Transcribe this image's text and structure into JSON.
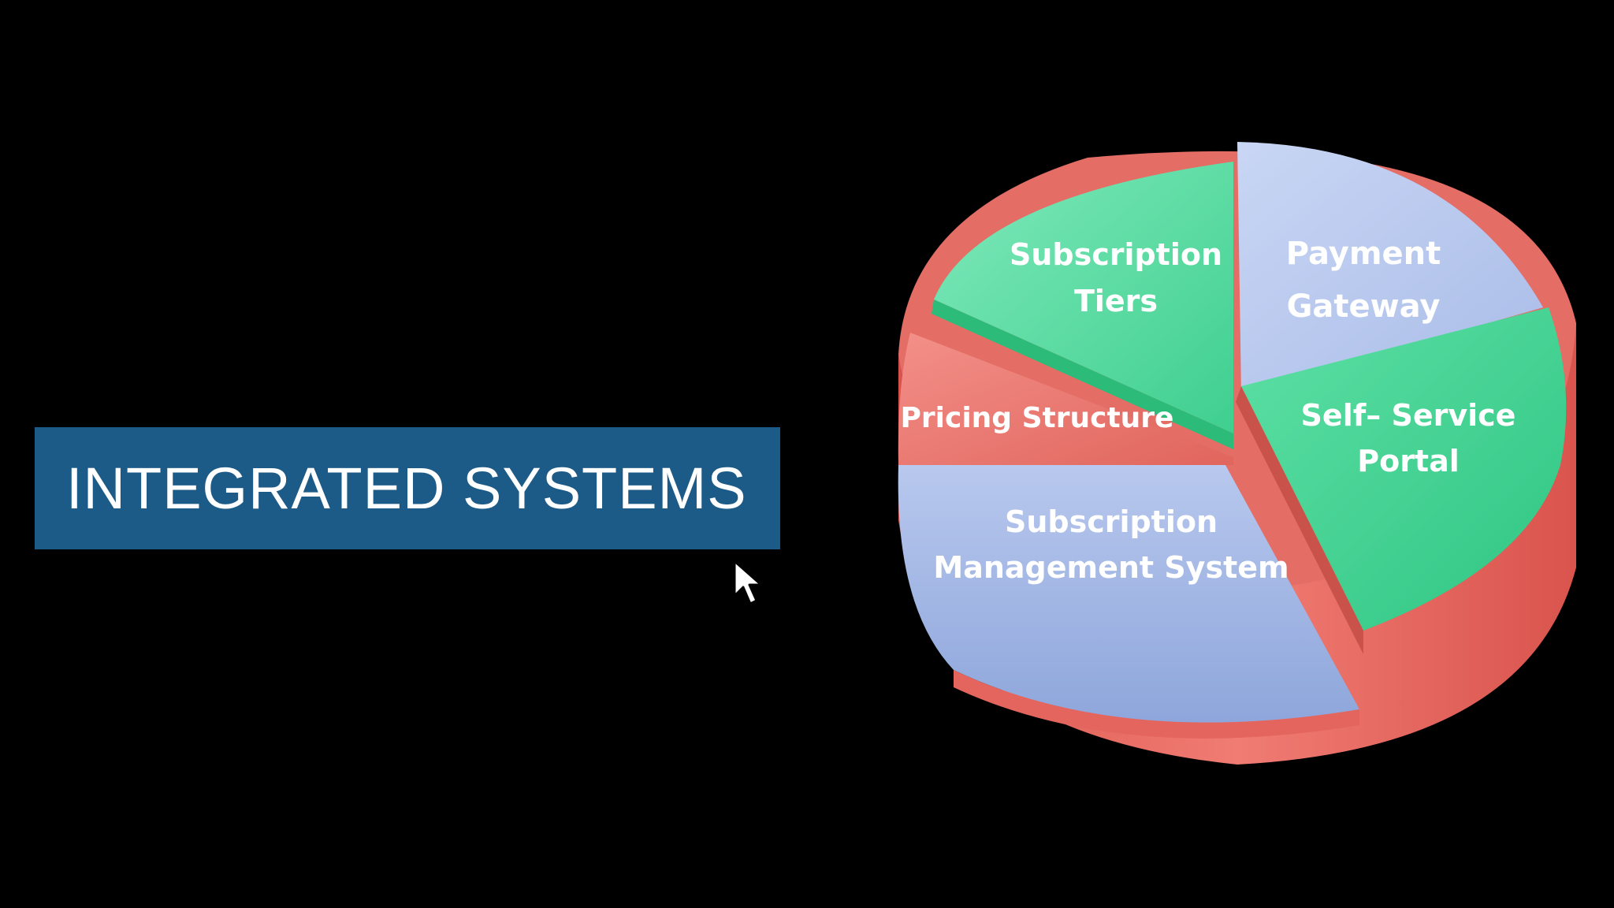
{
  "slide": {
    "title": "INTEGRATED SYSTEMS"
  },
  "diagram": {
    "type": "3d-pie",
    "segments": [
      {
        "id": "payment-gateway",
        "lines": [
          "Payment",
          "Gateway"
        ],
        "color": "#b9c9ef"
      },
      {
        "id": "self-service-portal",
        "lines": [
          "Self– Service",
          "Portal"
        ],
        "color": "#47d596"
      },
      {
        "id": "subscription-management-system",
        "lines": [
          "Subscription",
          "Management System"
        ],
        "color": "#a9bde9"
      },
      {
        "id": "pricing-structure",
        "lines": [
          "Pricing Structure"
        ],
        "color": "#ee7b72"
      },
      {
        "id": "subscription-tiers",
        "lines": [
          "Subscription",
          "Tiers"
        ],
        "color": "#5fe0a8"
      }
    ]
  },
  "colors": {
    "background": "#000000",
    "title_box": "#1c5b87",
    "base_red": "#e8665f"
  },
  "icons": {
    "pointer": "mouse-pointer-icon"
  }
}
